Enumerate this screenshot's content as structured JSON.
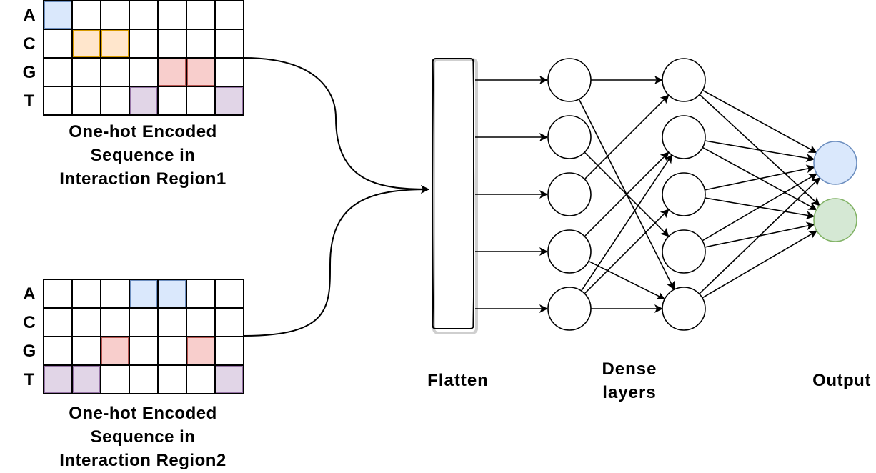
{
  "bases": [
    "A",
    "C",
    "G",
    "T"
  ],
  "colors": {
    "A": {
      "fill": "#dae8fc",
      "stroke": "#6c8ebf"
    },
    "C": {
      "fill": "#ffe6cc",
      "stroke": "#d79b00"
    },
    "G": {
      "fill": "#f8cecc",
      "stroke": "#b85450"
    },
    "T": {
      "fill": "#e1d5e7",
      "stroke": "#9673a6"
    }
  },
  "region1": {
    "caption_lines": [
      "One-hot Encoded",
      "Sequence in",
      "Interaction Region1"
    ],
    "highlighted_columns": {
      "A": [
        0
      ],
      "C": [
        1,
        2
      ],
      "G": [
        4,
        5
      ],
      "T": [
        3,
        6
      ]
    }
  },
  "region2": {
    "caption_lines": [
      "One-hot Encoded",
      "Sequence in",
      "Interaction Region2"
    ],
    "highlighted_columns": {
      "A": [
        3,
        4
      ],
      "C": [],
      "G": [
        2,
        5
      ],
      "T": [
        0,
        1,
        6
      ]
    }
  },
  "labels": {
    "flatten": "Flatten",
    "dense_line1": "Dense",
    "dense_line2": "layers",
    "output": "Output"
  },
  "network": {
    "flatten_outputs": 5,
    "dense1_nodes": 5,
    "dense2_nodes": 5,
    "output_nodes": [
      {
        "fill": "#dae8fc",
        "stroke": "#6c8ebf"
      },
      {
        "fill": "#d5e8d4",
        "stroke": "#82b366"
      }
    ],
    "dense1_to_dense2": [
      [
        0,
        0
      ],
      [
        0,
        4
      ],
      [
        1,
        3
      ],
      [
        2,
        0
      ],
      [
        3,
        1
      ],
      [
        3,
        4
      ],
      [
        4,
        1
      ],
      [
        4,
        2
      ],
      [
        4,
        4
      ]
    ]
  }
}
